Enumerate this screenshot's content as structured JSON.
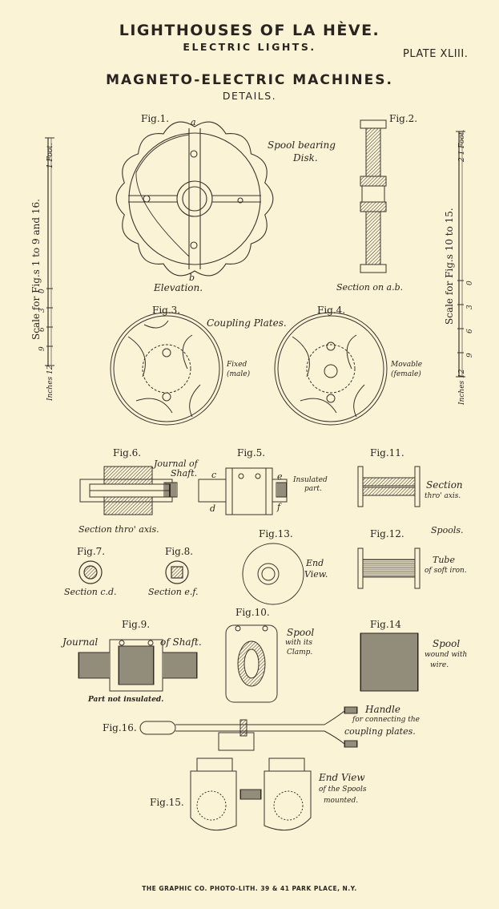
{
  "header": {
    "title": "LIGHTHOUSES OF LA HÈVE.",
    "subtitle": "ELECTRIC LIGHTS.",
    "plate": "PLATE XLIII.",
    "section_title": "MAGNETO-ELECTRIC MACHINES.",
    "section_subtitle": "DETAILS."
  },
  "scales": {
    "left": {
      "label": "Scale for Fig.s 1 to 9 and 16.",
      "start": "Inches 12",
      "end": "1 Foot.",
      "ticks": [
        "9",
        "6",
        "3",
        "0"
      ]
    },
    "right": {
      "label": "Scale for Fig.s 10 to 15.",
      "start": "Inches 12",
      "end": "2 1 Foot.",
      "ticks": [
        "9",
        "6",
        "3",
        "0"
      ]
    }
  },
  "figures": {
    "fig1": {
      "label": "Fig.1.",
      "point_a": "a",
      "point_b": "b",
      "caption": "Elevation.",
      "note_line1": "Spool bearing",
      "note_line2": "Disk."
    },
    "fig2": {
      "label": "Fig.2.",
      "caption": "Section on a.b."
    },
    "fig3": {
      "label": "Fig.3.",
      "note_line1": "Fixed",
      "note_line2": "(male)"
    },
    "fig4": {
      "label": "Fig.4.",
      "note_line1": "Movable",
      "note_line2": "(female)"
    },
    "coupling_caption": "Coupling Plates.",
    "fig5": {
      "label": "Fig.5.",
      "point_c": "c",
      "point_d": "d",
      "point_e": "e",
      "point_f": "f",
      "note_line1": "Insulated",
      "note_line2": "part."
    },
    "fig6": {
      "label": "Fig.6.",
      "note_line1": "Journal of",
      "note_line2": "Shaft.",
      "caption": "Section thro' axis."
    },
    "fig7": {
      "label": "Fig.7.",
      "caption": "Section c.d."
    },
    "fig8": {
      "label": "Fig.8.",
      "caption": "Section e.f."
    },
    "fig9": {
      "label": "Fig.9.",
      "note_left": "Journal",
      "note_right": "of Shaft.",
      "caption": "Part not insulated."
    },
    "fig10": {
      "label": "Fig.10.",
      "note_line1": "Spool",
      "note_line2": "with its",
      "note_line3": "Clamp."
    },
    "fig11": {
      "label": "Fig.11.",
      "note_line1": "Section",
      "note_line2": "thro' axis."
    },
    "fig12": {
      "label": "Fig.12.",
      "note_line1": "Tube",
      "note_line2": "of soft iron."
    },
    "spools_caption": "Spools.",
    "fig13": {
      "label": "Fig.13.",
      "note_line1": "End",
      "note_line2": "View."
    },
    "fig14": {
      "label": "Fig.14",
      "note_line1": "Spool",
      "note_line2": "wound with",
      "note_line3": "wire."
    },
    "fig15": {
      "label": "Fig.15.",
      "note_line1": "End View",
      "note_line2": "of the Spools",
      "note_line3": "mounted."
    },
    "fig16": {
      "label": "Fig.16.",
      "note_line1": "Handle",
      "note_line2": "for connecting the",
      "note_line3": "coupling plates."
    }
  },
  "footer": "THE GRAPHIC CO. PHOTO-LITH. 39 & 41 PARK PLACE, N.Y.",
  "colors": {
    "paper": "#fbf3d5",
    "ink": "#2a2420",
    "line_art": "#3a332d"
  }
}
